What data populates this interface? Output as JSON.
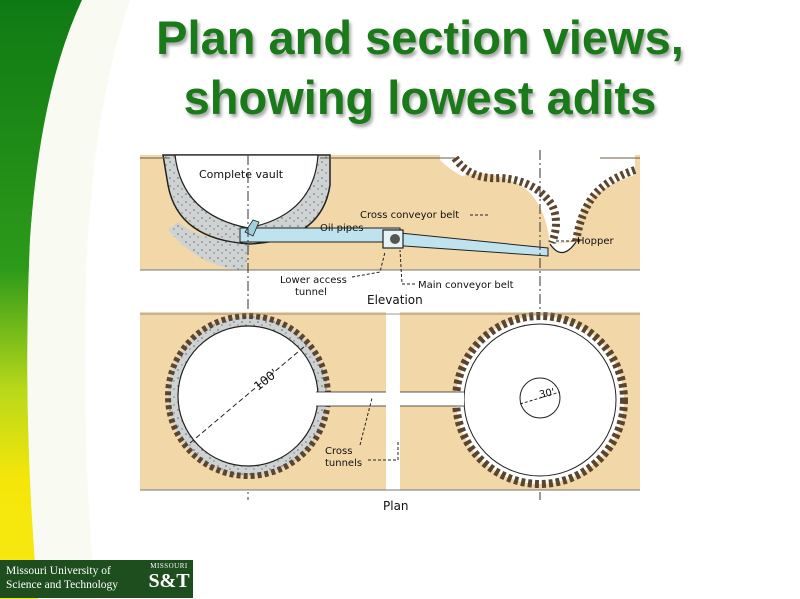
{
  "slide": {
    "title_line1": "Plan and section views,",
    "title_line2": "showing lowest adits"
  },
  "diagram": {
    "labels": {
      "complete_vault": "Complete  vault",
      "cross_conveyor_belt": "Cross  conveyor  belt",
      "oil_pipes": "Oil  pipes",
      "hopper": "Hopper",
      "lower_access": "Lower access",
      "tunnel": "tunnel",
      "elevation": "Elevation",
      "main_conveyor_belt": "Main conveyor belt",
      "dim_100": "100'",
      "dim_30": "30'",
      "cross": "Cross",
      "tunnels": "tunnels",
      "plan": "Plan"
    }
  },
  "footer": {
    "university_line1": "Missouri University of",
    "university_line2": "Science and Technology",
    "badge_top": "MISSOURI",
    "badge_main": "S&T"
  },
  "colors": {
    "title_green": "#1a7a1a",
    "rock_fill": "#f2d7a8",
    "sidebar_green": "#1a8a1a",
    "sidebar_yellow": "#f2e600",
    "footer_green": "#1e4d1e"
  }
}
